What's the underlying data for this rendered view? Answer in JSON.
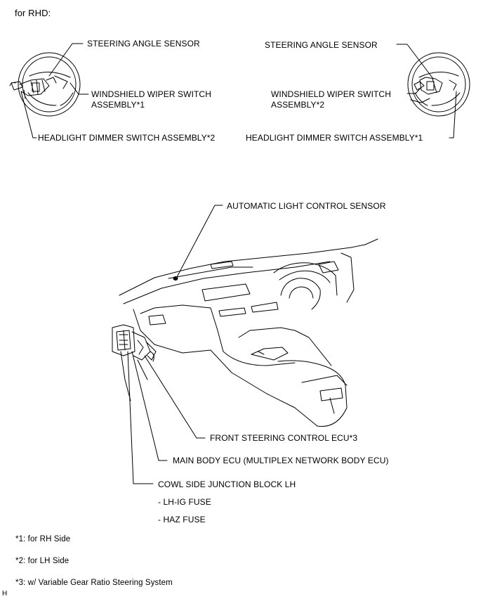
{
  "header": "for RHD:",
  "left_group": {
    "steering_angle_sensor": "STEERING ANGLE SENSOR",
    "wiper_line1": "WINDSHIELD WIPER SWITCH",
    "wiper_line2": "ASSEMBLY*1",
    "headlight": "HEADLIGHT DIMMER SWITCH ASSEMBLY*2"
  },
  "right_group": {
    "steering_angle_sensor": "STEERING ANGLE SENSOR",
    "wiper_line1": "WINDSHIELD WIPER SWITCH",
    "wiper_line2": "ASSEMBLY*2",
    "headlight": "HEADLIGHT DIMMER SWITCH ASSEMBLY*1"
  },
  "dash_group": {
    "auto_light_sensor": "AUTOMATIC LIGHT CONTROL SENSOR",
    "front_steering_ecu": "FRONT STEERING CONTROL ECU*3",
    "main_body_ecu": "MAIN BODY ECU (MULTIPLEX NETWORK BODY ECU)",
    "cowl_junction": "COWL SIDE JUNCTION BLOCK LH",
    "fuse_1": "- LH-IG FUSE",
    "fuse_2": "- HAZ FUSE"
  },
  "notes": [
    "*1: for RH Side",
    "*2: for LH Side",
    "*3: w/ Variable Gear Ratio Steering System"
  ],
  "corner_mark": "H"
}
